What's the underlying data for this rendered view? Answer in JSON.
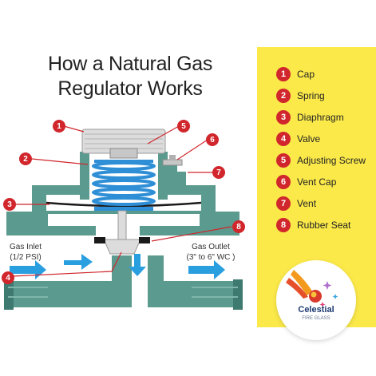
{
  "title": {
    "line1": "How a Natural Gas",
    "line2": "Regulator Works"
  },
  "legend": {
    "items": [
      {
        "number": "1",
        "label": "Cap"
      },
      {
        "number": "2",
        "label": "Spring"
      },
      {
        "number": "3",
        "label": "Diaphragm"
      },
      {
        "number": "4",
        "label": "Valve"
      },
      {
        "number": "5",
        "label": "Adjusting Screw"
      },
      {
        "number": "6",
        "label": "Vent Cap"
      },
      {
        "number": "7",
        "label": "Vent"
      },
      {
        "number": "8",
        "label": "Rubber Seat"
      }
    ]
  },
  "flow": {
    "inlet_line1": "Gas Inlet",
    "inlet_line2": "(1/2 PSI)",
    "outlet_line1": "Gas Outlet",
    "outlet_line2": "(3\" to 6\" WC )"
  },
  "callouts": [
    "1",
    "2",
    "3",
    "4",
    "5",
    "6",
    "7",
    "8"
  ],
  "logo": {
    "name": "Celestial",
    "subtitle": "FIRE GLASS"
  },
  "colors": {
    "panel": "#fbe94a",
    "badge": "#d0262c",
    "body": "#5b9a8e",
    "body_dark": "#3f7a70",
    "spring": "#2f8fd6",
    "arrow": "#2a9fe0",
    "cap": "#dcdcdc"
  }
}
